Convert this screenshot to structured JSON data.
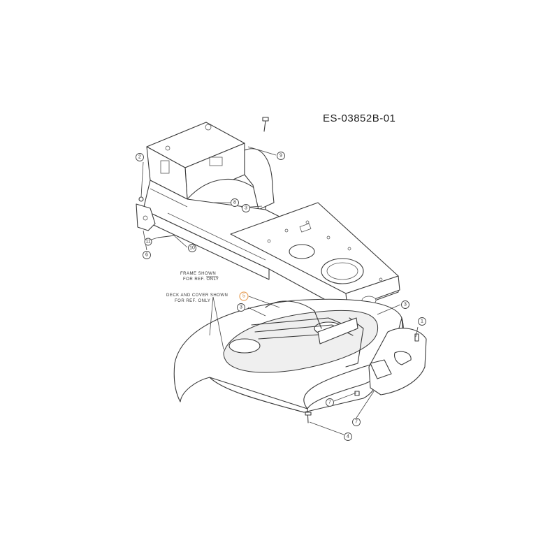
{
  "drawing_code": "ES-03852B-01",
  "notes": [
    {
      "line1": "FRAME SHOWN",
      "line2": "FOR REF. ONLY"
    },
    {
      "line1": "DECK AND COVER SHOWN",
      "line2": "FOR REF. ONLY"
    }
  ],
  "callouts": [
    {
      "label": "2"
    },
    {
      "label": "9"
    },
    {
      "label": "8"
    },
    {
      "label": "3"
    },
    {
      "label": "6"
    },
    {
      "label": "11"
    },
    {
      "label": "10"
    },
    {
      "label": "5"
    },
    {
      "label": "3"
    },
    {
      "label": "1"
    },
    {
      "label": "7"
    },
    {
      "label": "7"
    },
    {
      "label": "4"
    }
  ],
  "colors": {
    "line": "#3a3a3a",
    "highlight": "#e8a15a"
  }
}
